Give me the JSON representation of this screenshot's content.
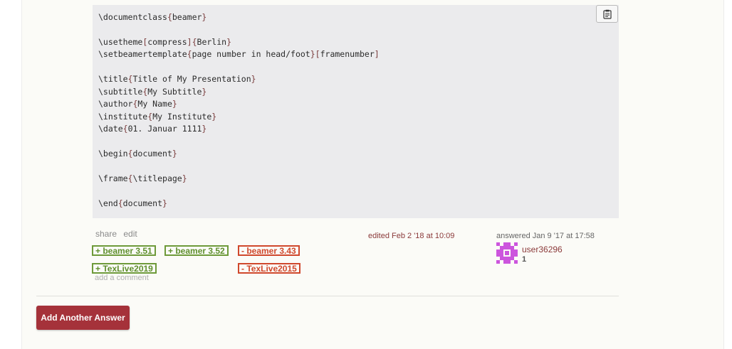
{
  "code": {
    "lines": [
      {
        "cmd": "\\documentclass",
        "parts": [
          [
            "{",
            "beamer",
            "}"
          ]
        ]
      },
      {
        "cmd": "",
        "parts": []
      },
      {
        "cmd": "\\usetheme",
        "parts": [
          [
            "[",
            "compress",
            "]"
          ],
          [
            "{",
            "Berlin",
            "}"
          ]
        ]
      },
      {
        "cmd": "\\setbeamertemplate",
        "parts": [
          [
            "{",
            "page number in head/foot",
            "}"
          ],
          [
            "[",
            "framenumber",
            "]"
          ]
        ]
      },
      {
        "cmd": "",
        "parts": []
      },
      {
        "cmd": "\\title",
        "parts": [
          [
            "{",
            "Title of My Presentation",
            "}"
          ]
        ]
      },
      {
        "cmd": "\\subtitle",
        "parts": [
          [
            "{",
            "My Subtitle",
            "}"
          ]
        ]
      },
      {
        "cmd": "\\author",
        "parts": [
          [
            "{",
            "My Name",
            "}"
          ]
        ]
      },
      {
        "cmd": "\\institute",
        "parts": [
          [
            "{",
            "My Institute",
            "}"
          ]
        ]
      },
      {
        "cmd": "\\date",
        "parts": [
          [
            "{",
            "01. Januar 1111",
            "}"
          ]
        ]
      },
      {
        "cmd": "",
        "parts": []
      },
      {
        "cmd": "\\begin",
        "parts": [
          [
            "{",
            "document",
            "}"
          ]
        ]
      },
      {
        "cmd": "",
        "parts": []
      },
      {
        "cmd": "\\frame",
        "parts": [
          [
            "{",
            "\\titlepage",
            "}"
          ]
        ]
      },
      {
        "cmd": "",
        "parts": []
      },
      {
        "cmd": "\\end",
        "parts": [
          [
            "{",
            "document",
            "}"
          ]
        ]
      }
    ]
  },
  "post_menu": {
    "share": "share",
    "edit": "edit"
  },
  "tags": {
    "t1": "+ beamer 3.51",
    "t2": "+ beamer 3.52",
    "t3": "- beamer 3.43",
    "t4": "+ TexLive2019",
    "t5": "- TexLive2015"
  },
  "add_comment": "add a comment",
  "edited": "edited Feb 2 '18 at 10:09",
  "answered": "answered Jan 9 '17 at 17:58",
  "user": {
    "name": "user36296",
    "rep": "1"
  },
  "answer_button": "Add Another Answer",
  "colors": {
    "accent": "#a5323a",
    "tag_green": "#6e9a3a",
    "tag_red": "#d0482c",
    "avatar": "#cc55dd"
  },
  "icons": {
    "copy": "clipboard-icon",
    "avatar": "identicon"
  }
}
